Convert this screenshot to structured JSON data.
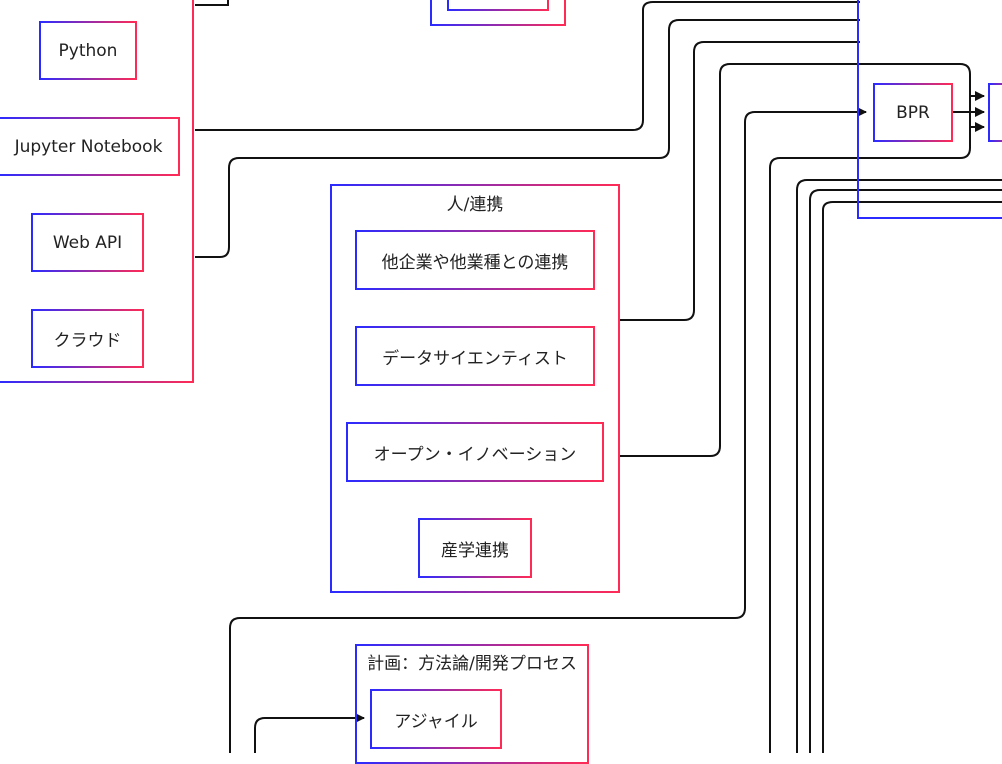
{
  "diagram": {
    "groups": {
      "people": {
        "label": "人/連携"
      },
      "planning": {
        "label": "計画：方法論/開発プロセス"
      }
    },
    "nodes": {
      "python": "Python",
      "jupyter": "Jupyter Notebook",
      "web_api": "Web API",
      "cloud": "クラウド",
      "collab_other": "他企業や他業種との連携",
      "data_scientist": "データサイエンティスト",
      "open_innovation": "オープン・イノベーション",
      "industry_academia": "産学連携",
      "agile": "アジャイル",
      "bpr": "BPR"
    }
  },
  "colors": {
    "border_start": "#2b2bff",
    "border_end": "#ff2b55",
    "wire": "#111111"
  }
}
